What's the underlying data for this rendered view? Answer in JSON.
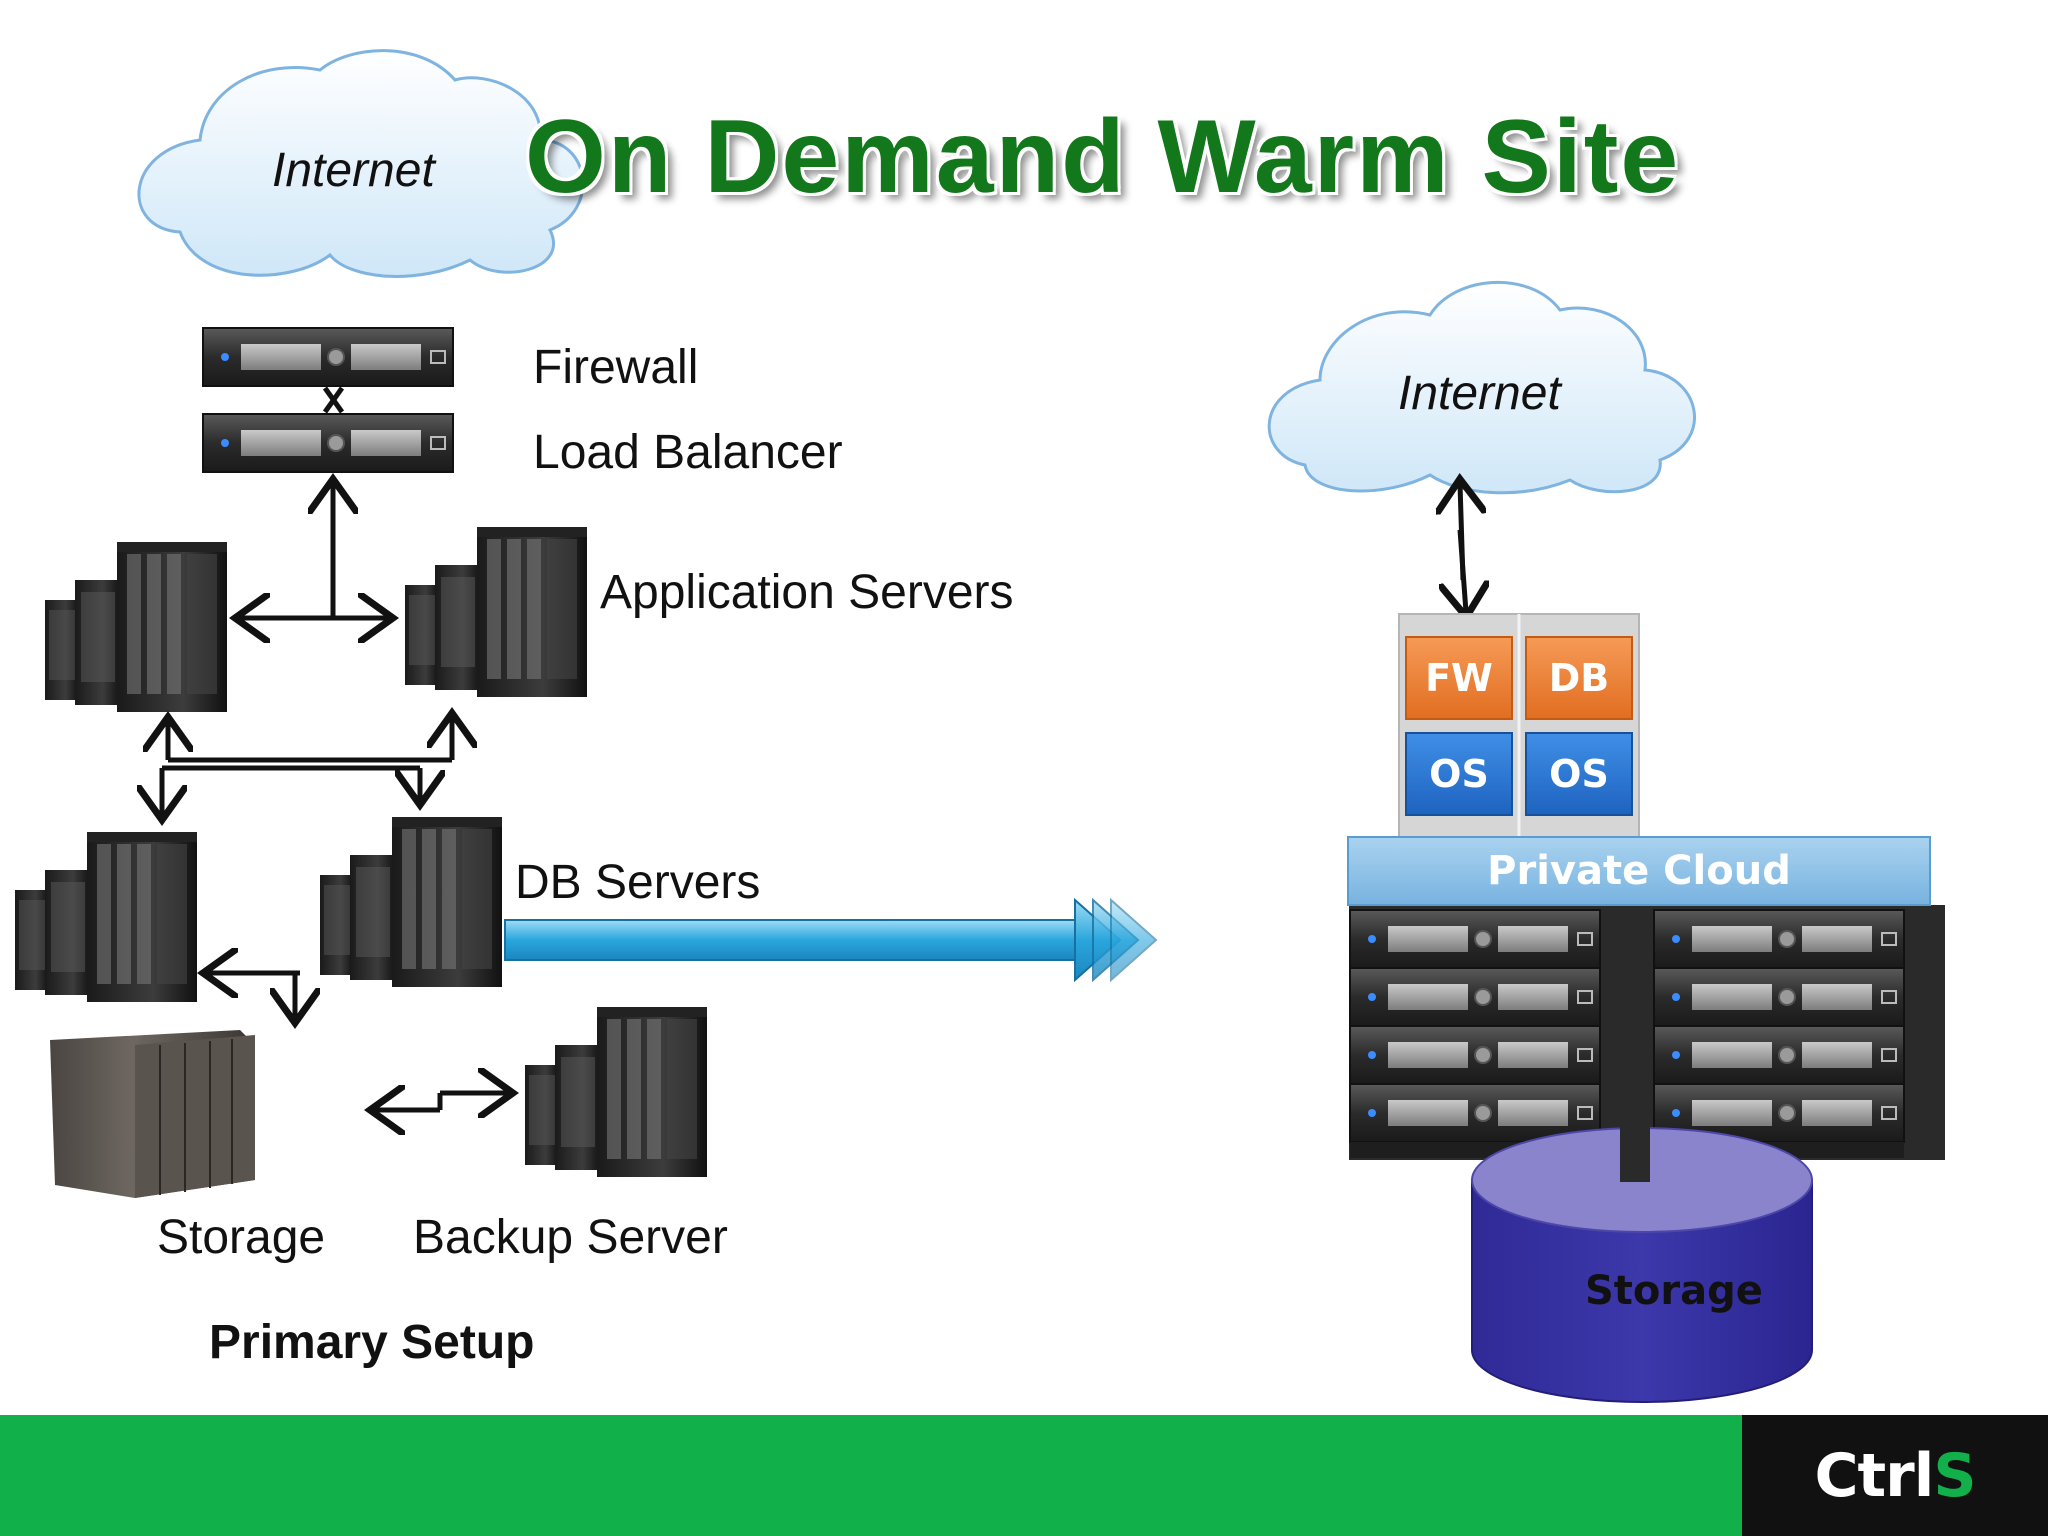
{
  "title": "On Demand Warm Site",
  "primary": {
    "internet_label": "Internet",
    "firewall_label": "Firewall",
    "load_balancer_label": "Load Balancer",
    "app_servers_label": "Application Servers",
    "db_servers_label": "DB Servers",
    "storage_label": "Storage",
    "backup_server_label": "Backup Server",
    "caption": "Primary Setup"
  },
  "warm_site": {
    "internet_label": "Internet",
    "vms": [
      {
        "top": "FW",
        "bottom": "OS"
      },
      {
        "top": "DB",
        "bottom": "OS"
      }
    ],
    "private_cloud_label": "Private Cloud",
    "storage_label": "Storage"
  },
  "footer": {
    "logo_text": "Ctrl",
    "logo_accent": "S"
  },
  "colors": {
    "title_green": "#13781b",
    "footer_green": "#12b04a",
    "vm_orange": "#e87a2c",
    "vm_blue": "#2571d0",
    "private_cloud": "#86bde6",
    "storage_cylinder": "#3a35a4"
  }
}
